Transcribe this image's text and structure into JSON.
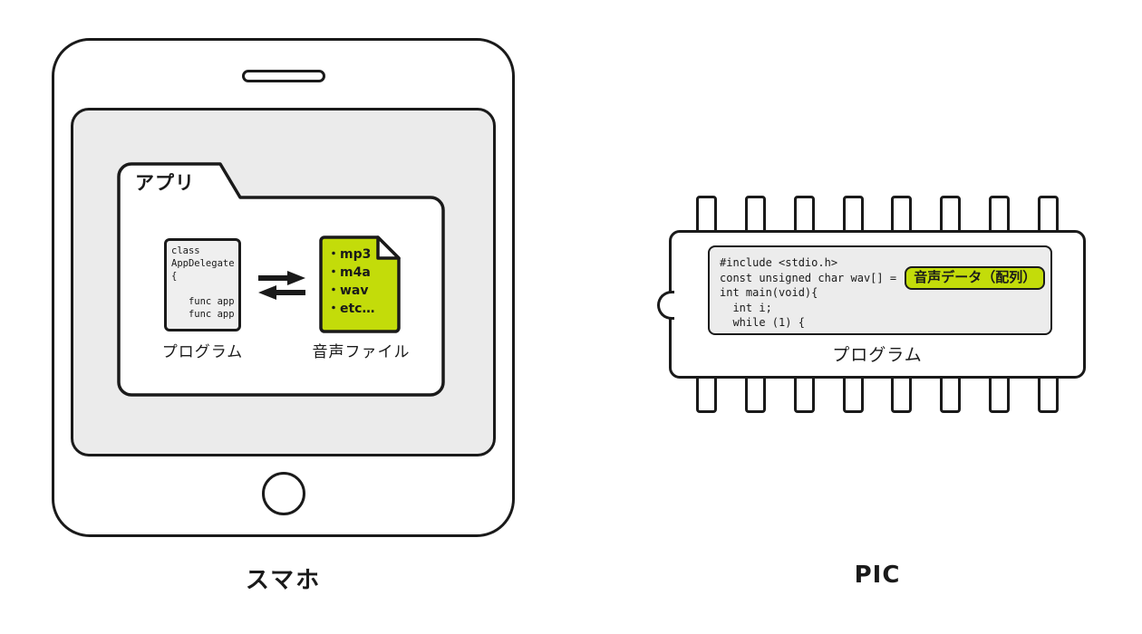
{
  "smartphone": {
    "label": "スマホ",
    "folder": {
      "tab_label": "アプリ",
      "program": {
        "code": "class\nAppDelegate\n{\n\n   func app\n   func app",
        "caption": "プログラム"
      },
      "audio": {
        "items": [
          "・mp3",
          "・m4a",
          "・wav",
          "・etc…"
        ],
        "caption": "音声ファイル"
      }
    }
  },
  "pic": {
    "label": "PIC",
    "caption": "プログラム",
    "code": {
      "line1": "#include <stdio.h>",
      "line2_prefix": "const unsigned char wav[] = ",
      "highlight": "音声データ（配列）",
      "line3": "int main(void){",
      "line4": "  int i;",
      "line5": "  while (1) {"
    }
  },
  "colors": {
    "outline": "#1a1a1a",
    "screen_gray": "#ebebeb",
    "code_gray": "#ececec",
    "accent_green": "#c3dc0a"
  }
}
